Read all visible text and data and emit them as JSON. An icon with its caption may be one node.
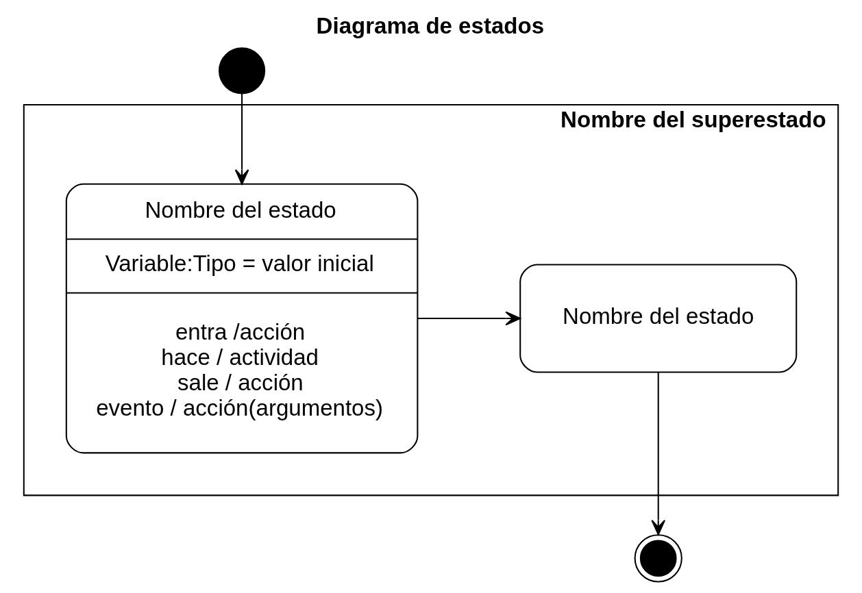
{
  "diagram": {
    "title": "Diagrama de estados",
    "nodes": [
      {
        "text": [],
        "shape": "circle"
      },
      {
        "text": [
          "Nombre del superestado"
        ]
      },
      {
        "text": [
          "Nombre del estado",
          "Variable:Tipo = valor inicial",
          "entra /acción",
          "hace / actividad",
          "sale / acción",
          "evento / acción(argumentos)"
        ],
        "in": 1
      },
      {
        "text": [
          "Nombre del estado"
        ],
        "in": 1
      },
      {
        "text": [],
        "shape": "circle"
      }
    ],
    "edges": [
      {
        "from": 0,
        "to": 2,
        "arrow": "to"
      },
      {
        "from": 2,
        "to": 3,
        "arrow": "to"
      },
      {
        "from": 3,
        "to": 4,
        "arrow": "to"
      }
    ]
  }
}
